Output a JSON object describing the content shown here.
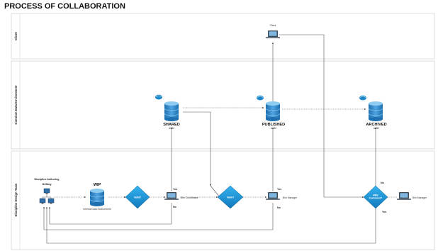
{
  "title": "PROCESS OF COLLABORATION",
  "lanes": {
    "client": "Client",
    "cde": "Common Data Environment",
    "design": "Discipline Design Team"
  },
  "nodes": {
    "client_laptop": "Client",
    "shared": {
      "label": "SHARED",
      "sub": "A0B0"
    },
    "published": {
      "label": "PUBLISHED",
      "sub": "A1B0"
    },
    "archived": {
      "label": "ARCHIVED",
      "sub": "A0B0"
    },
    "authoring": {
      "label": "Discipline Authoring",
      "sub": "Drifting"
    },
    "wip": {
      "label": "WIP",
      "sub": "Internal Data Environment"
    },
    "valid1": "Valid?",
    "bim_coordinator": "Bim Coordinator",
    "valid2": "Valid?",
    "bim_manager1": "Bim Manager",
    "rms_comment": "RMs Comment?",
    "bim_manager2": "Bim Manager"
  },
  "edge_labels": {
    "yes1": "Yes",
    "no1": "No",
    "yes2": "Yes",
    "no2": "No",
    "no3": "No",
    "yes3": "Yes"
  },
  "colors": {
    "diamond": "#1b93d4",
    "cylinder": "#2a7fc4",
    "cylinder_top": "#8ecbf0",
    "lane_border": "#d0d0d0",
    "cloud": "#1c86c9"
  }
}
